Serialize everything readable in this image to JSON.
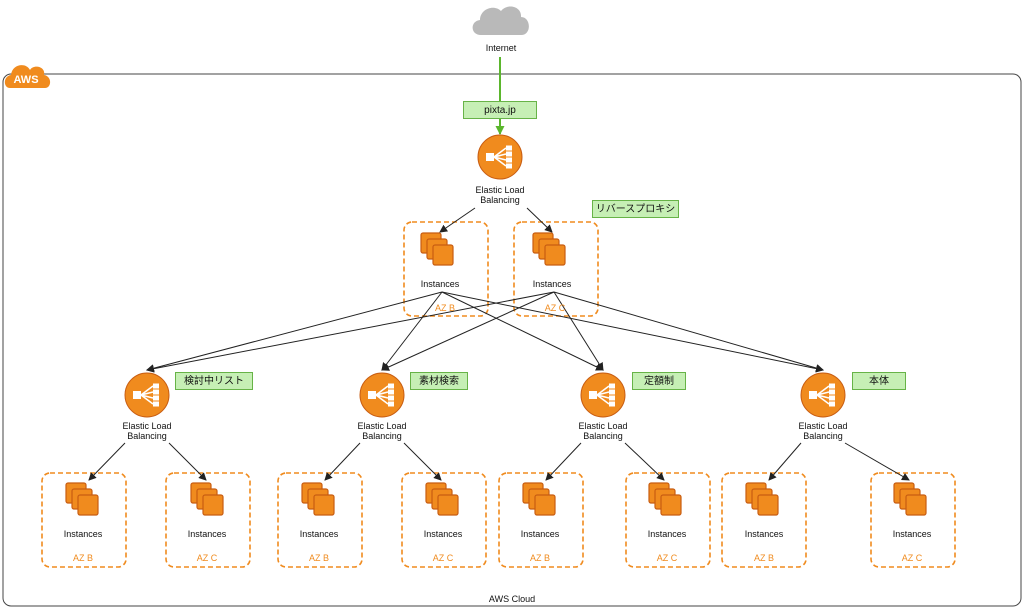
{
  "internet": {
    "label": "Internet"
  },
  "aws": {
    "badge": "AWS",
    "cloud_label": "AWS Cloud"
  },
  "top": {
    "domain_tag": "pixta.jp",
    "elb_label": "Elastic Load\nBalancing",
    "proxy_tag": "リバースプロキシ",
    "groups": [
      {
        "label": "Instances",
        "az": "AZ B"
      },
      {
        "label": "Instances",
        "az": "AZ C"
      }
    ]
  },
  "services": [
    {
      "tag": "検討中リスト",
      "elb_label": "Elastic Load\nBalancing",
      "groups": [
        {
          "label": "Instances",
          "az": "AZ B"
        },
        {
          "label": "Instances",
          "az": "AZ C"
        }
      ]
    },
    {
      "tag": "素材検索",
      "elb_label": "Elastic Load\nBalancing",
      "groups": [
        {
          "label": "Instances",
          "az": "AZ B"
        },
        {
          "label": "Instances",
          "az": "AZ C"
        }
      ]
    },
    {
      "tag": "定額制",
      "elb_label": "Elastic Load\nBalancing",
      "groups": [
        {
          "label": "Instances",
          "az": "AZ B"
        },
        {
          "label": "Instances",
          "az": "AZ C"
        }
      ]
    },
    {
      "tag": "本体",
      "elb_label": "Elastic Load\nBalancing",
      "groups": [
        {
          "label": "Instances",
          "az": "AZ B"
        },
        {
          "label": "Instances",
          "az": "AZ C"
        }
      ]
    }
  ],
  "colors": {
    "orange": "#f08b1e",
    "orange_dark": "#c85d12",
    "green_line": "#5bb62d",
    "tag_fill": "#c6efb5",
    "tag_border": "#67b347",
    "cloud_gray": "#b9b9b9"
  },
  "icons": {
    "internet": "cloud-icon",
    "elb": "elastic-load-balancing-icon",
    "instances": "ec2-instances-icon",
    "aws_badge": "aws-cloud-badge-icon"
  }
}
